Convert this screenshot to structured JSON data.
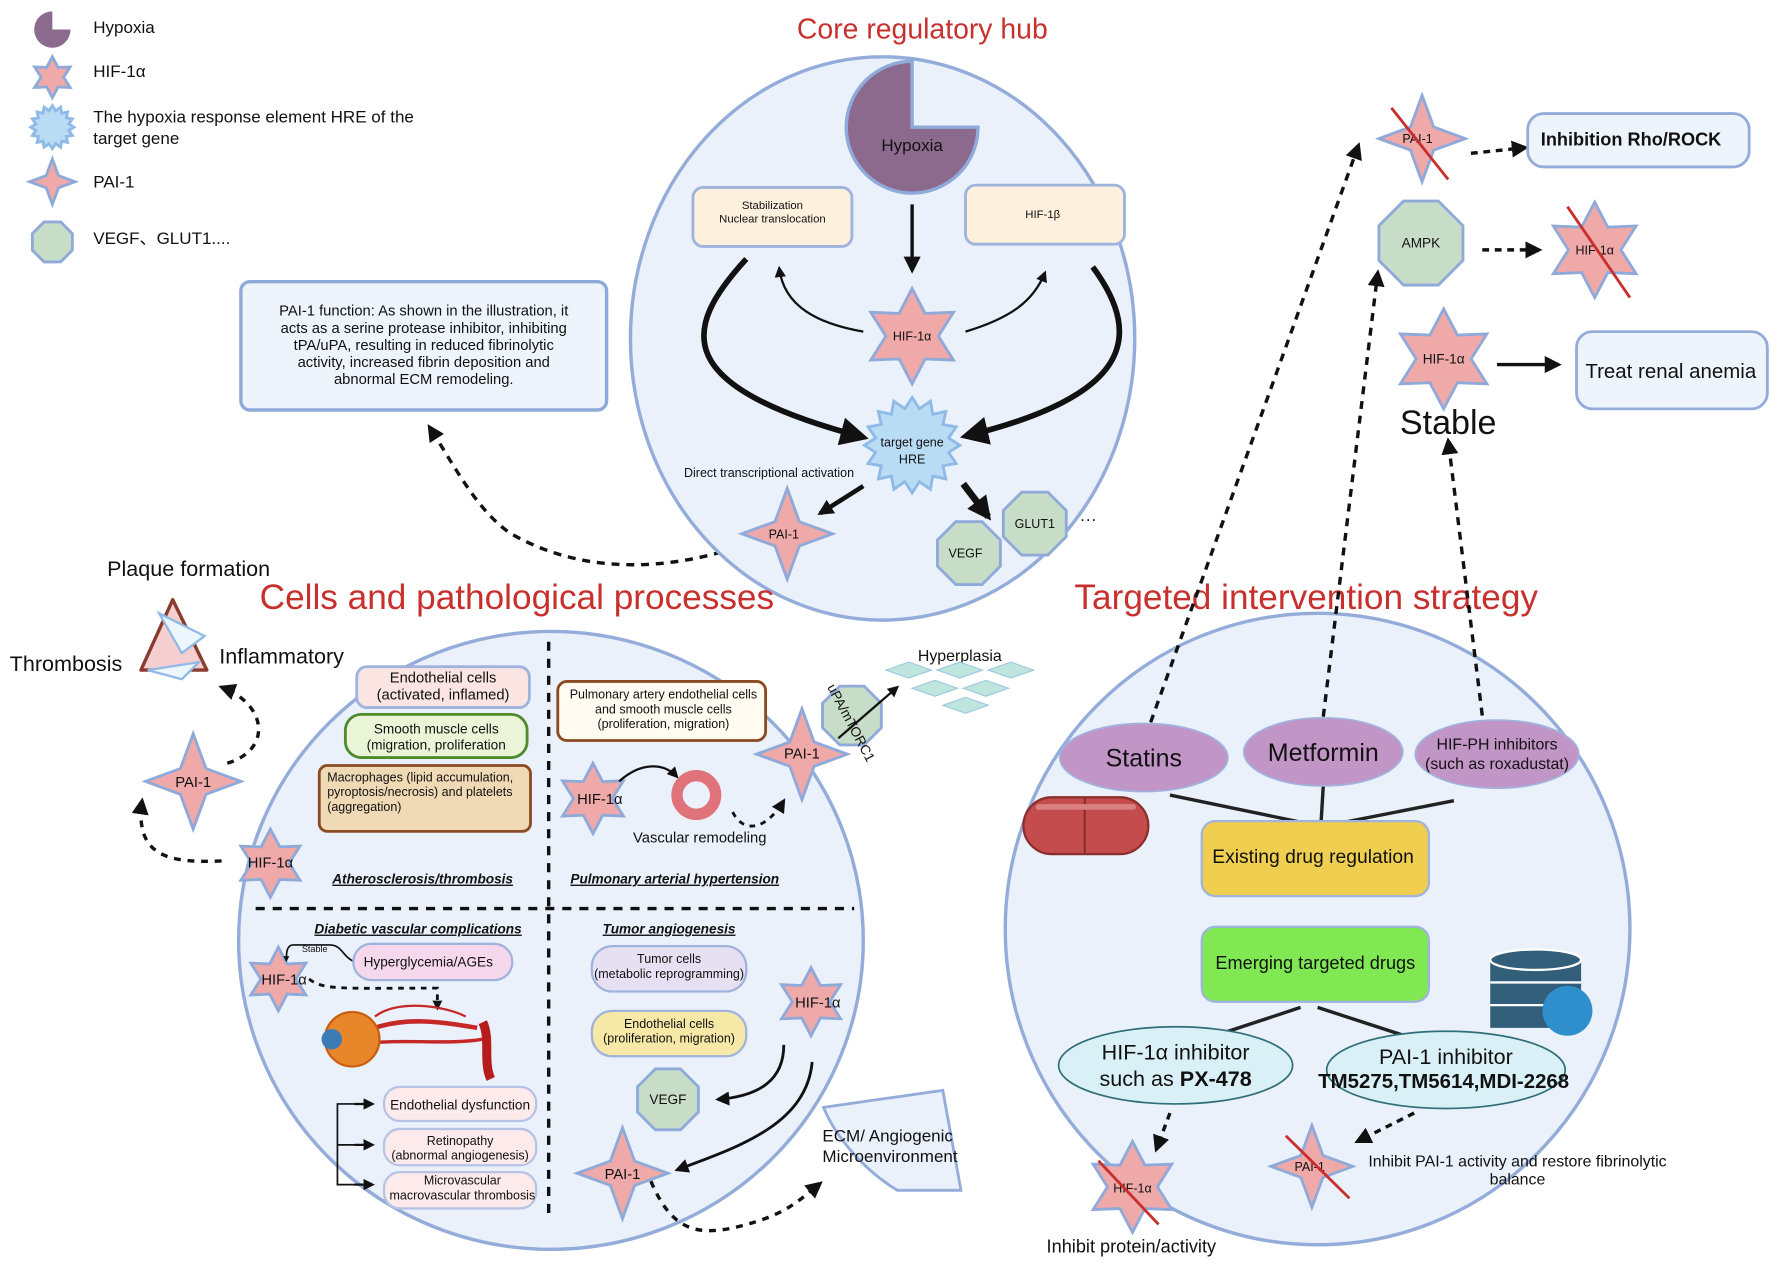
{
  "colors": {
    "hif": "#f0a9a9",
    "shape_stroke": "#8fa9d9",
    "hypoxia": "#8b6a8e",
    "hre": "#b9dcf5",
    "octagon": "#c7ddc8",
    "panel": "#eaf1fb",
    "title_red": "#c8302e",
    "drug": "#c295c7",
    "existing": "#f0cf50",
    "emerging": "#7fe853",
    "cross": "#c8302e"
  },
  "legend": {
    "hypoxia": "Hypoxia",
    "hif": "HIF-1α",
    "hre_line1": "The hypoxia response element HRE of the",
    "hre_line2": "target gene",
    "pai": "PAI-1",
    "vegf": "VEGF、GLUT1...."
  },
  "pai_function": [
    "PAI-1 function: As shown in the illustration, it",
    "acts as a serine protease inhibitor, inhibiting",
    "tPA/uPA, resulting in reduced fibrinolytic",
    "activity, increased fibrin deposition and",
    "abnormal ECM remodeling."
  ],
  "core": {
    "title": "Core regulatory hub",
    "hypoxia": "Hypoxia",
    "stab1": "Stabilization",
    "stab2": "Nuclear translocation",
    "hif1b": "HIF-1β",
    "hif": "HIF-1α",
    "hre1": "target gene",
    "hre2": "HRE",
    "direct": "Direct transcriptional activation",
    "pai": "PAI-1",
    "vegf": "VEGF",
    "glut1": "GLUT1",
    "more": "···"
  },
  "cells": {
    "title": "Cells and pathological processes",
    "plaque": "Plaque formation",
    "thrombosis": "Thrombosis",
    "inflammatory": "Inflammatory",
    "pai": "PAI-1",
    "hif": "HIF-1α",
    "endo1": "Endothelial cells",
    "endo2": "(activated, inflamed)",
    "smc1": "Smooth muscle cells",
    "smc2": "(migration, proliferation",
    "mac1": "Macrophages (lipid accumulation,",
    "mac2": "pyroptosis/necrosis) and platelets",
    "mac3": "(aggregation)",
    "athero": "Atherosclerosis/thrombosis",
    "pul1": "Pulmonary artery endothelial cells",
    "pul2": "and smooth muscle cells",
    "pul3": "(proliferation, migration)",
    "vascular": "Vascular remodeling",
    "upa": "uPA/mTORC1",
    "hyperplasia": "Hyperplasia",
    "pah": "Pulmonary arterial hypertension",
    "diabetic": "Diabetic vascular complications",
    "stable": "Stable",
    "hyperglycemia": "Hyperglycemia/AGEs",
    "endo_dys": "Endothelial dysfunction",
    "retino1": "Retinopathy",
    "retino2": "(abnormal angiogenesis)",
    "micro1": "Microvascular",
    "micro2": "macrovascular thrombosis",
    "tumor": "Tumor angiogenesis",
    "tumor1": "Tumor cells",
    "tumor2": "(metabolic reprogramming)",
    "endoc1": "Endothelial cells",
    "endoc2": "(proliferation, migration)",
    "vegf": "VEGF",
    "ecm1": "ECM/ Angiogenic",
    "ecm2": "Microenvironment"
  },
  "intervention": {
    "title": "Targeted intervention strategy",
    "pai": "PAI-1",
    "rho": "Inhibition Rho/ROCK",
    "ampk": "AMPK",
    "hif": "HIF-1α",
    "anemia": "Treat renal anemia",
    "stable": "Stable",
    "statins": "Statins",
    "metformin": "Metformin",
    "hifph1": "HIF-PH inhibitors",
    "hifph2": "(such as roxadustat)",
    "existing": "Existing drug regulation",
    "emerging": "Emerging targeted drugs",
    "hifinh1": "HIF-1α inhibitor",
    "hifinh2a": "such as ",
    "hifinh2b": "PX-478",
    "paiinh1": "PAI-1 inhibitor",
    "paiinh2": "TM5275,TM5614,MDI-2268",
    "restore1": "Inhibit PAI-1 activity and restore fibrinolytic",
    "restore2": "balance",
    "protein": "Inhibit protein/activity"
  }
}
